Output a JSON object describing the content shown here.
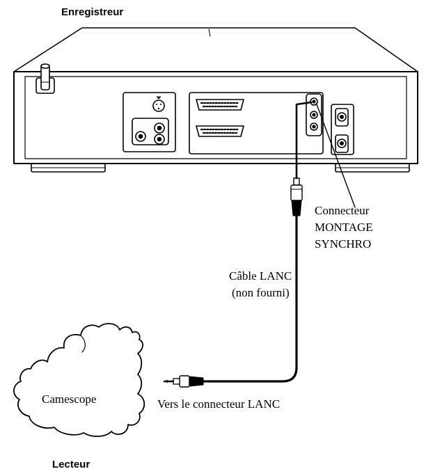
{
  "labels": {
    "recorder": "Enregistreur",
    "player": "Lecteur",
    "camcorder": "Camescope",
    "connector_line1": "Connecteur",
    "connector_line2": "MONTAGE",
    "connector_line3": "SYNCHRO",
    "cable_line1": "Câble LANC",
    "cable_line2": "(non fourni)",
    "to_connector": "Vers le connecteur LANC"
  }
}
